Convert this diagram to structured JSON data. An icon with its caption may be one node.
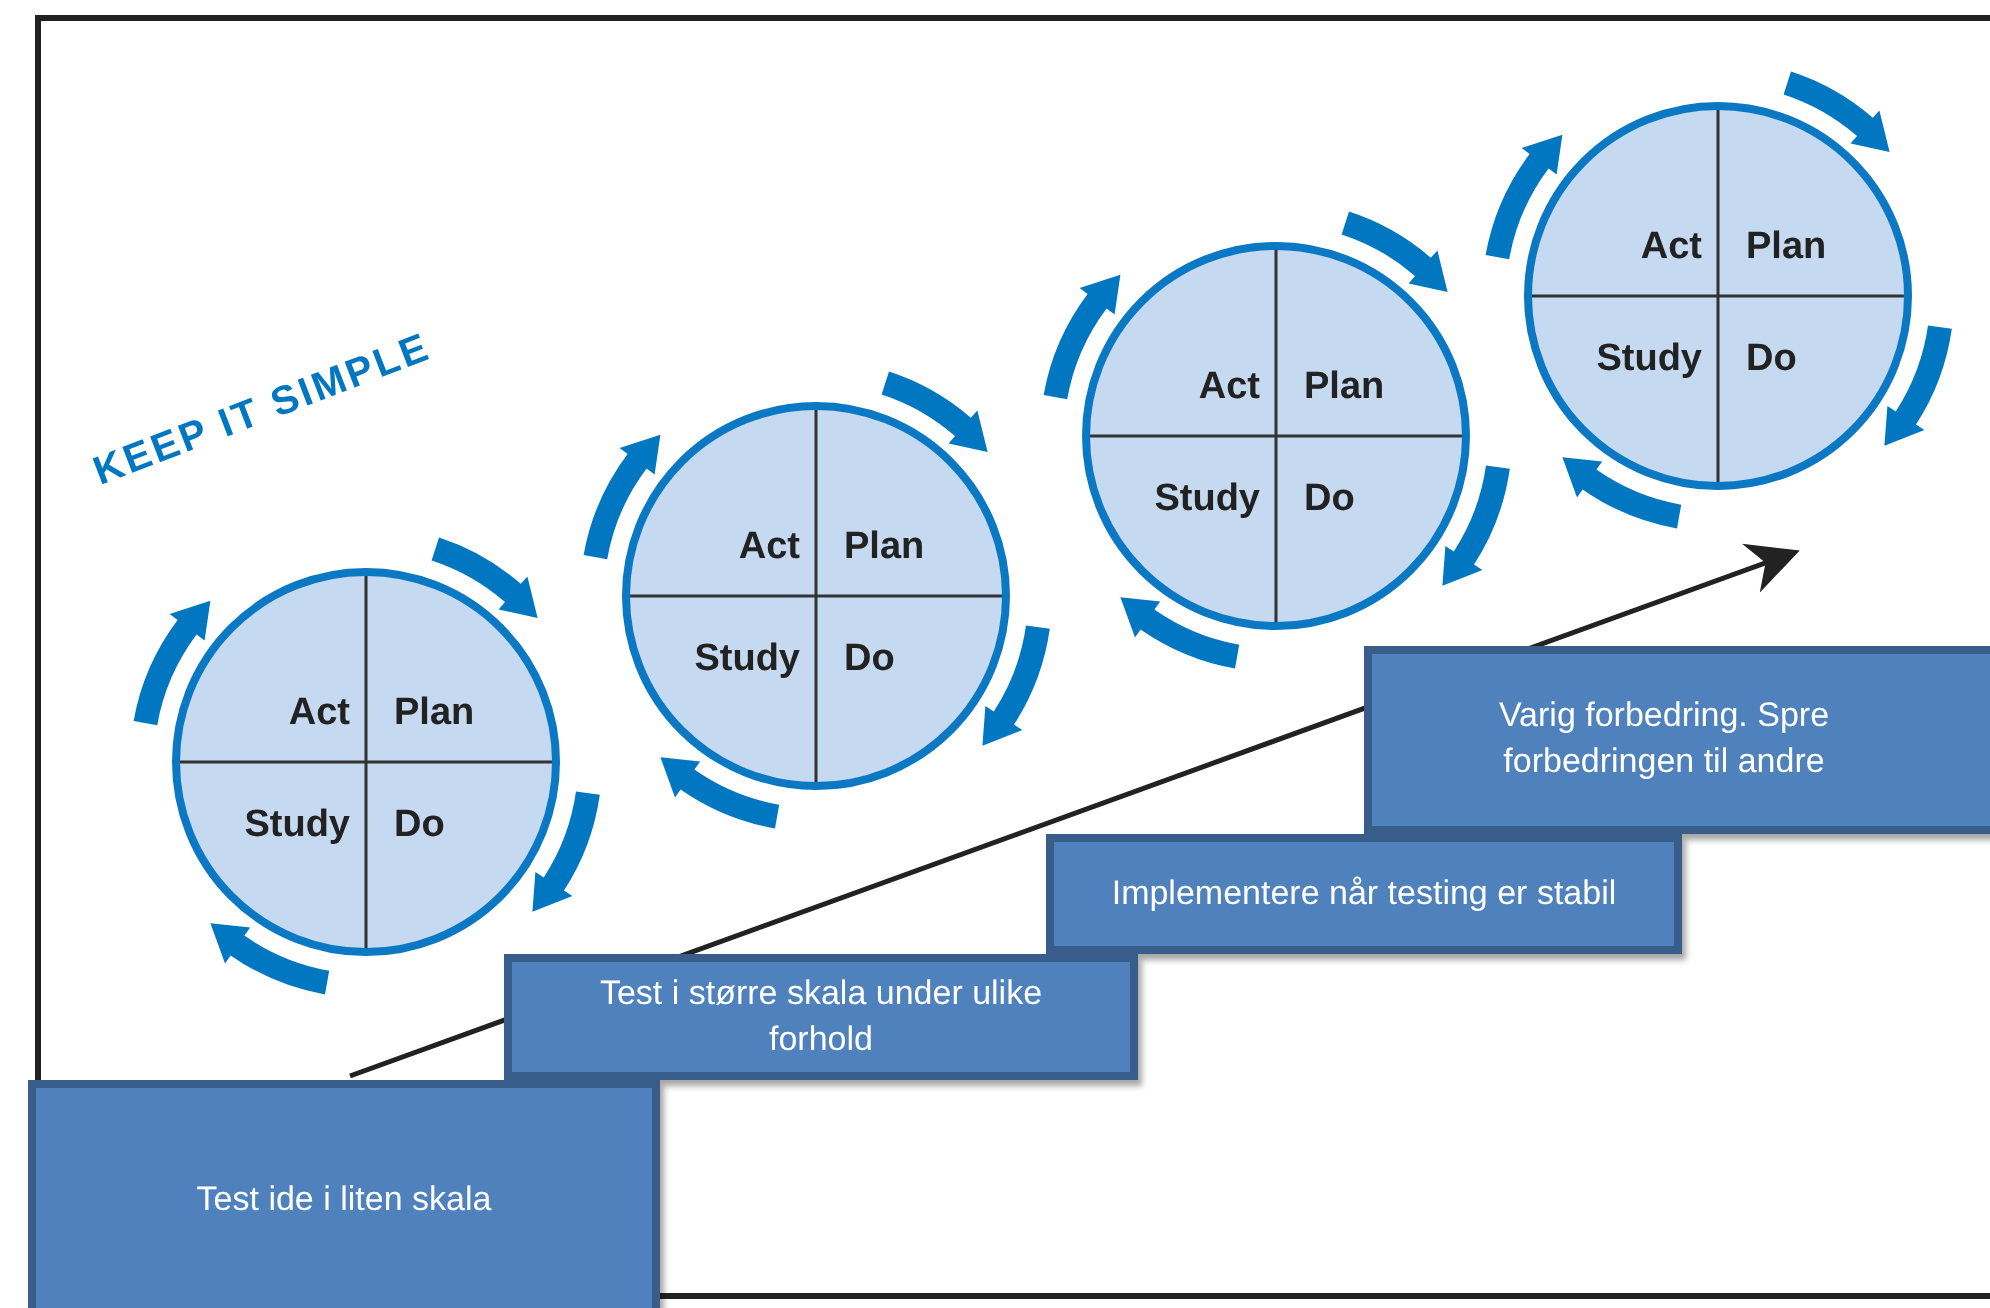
{
  "diagram": {
    "nodes": [
      {
        "text": [
          "Act",
          "Plan",
          "Study",
          "Do"
        ]
      },
      {
        "text": [
          "Act",
          "Plan",
          "Study",
          "Do"
        ]
      },
      {
        "text": [
          "Act",
          "Plan",
          "Study",
          "Do"
        ]
      },
      {
        "text": [
          "Act",
          "Plan",
          "Study",
          "Do"
        ]
      },
      {
        "text": [
          "Test ide i liten skala"
        ]
      },
      {
        "text": [
          "Test i større skala under ulike forhold"
        ]
      },
      {
        "text": [
          "Implementere når testing er stabil"
        ]
      },
      {
        "text": [
          "Varig forbedring. Spre forbedringen til andre"
        ]
      }
    ],
    "labels": [
      "KEEP IT SIMPLE"
    ]
  }
}
